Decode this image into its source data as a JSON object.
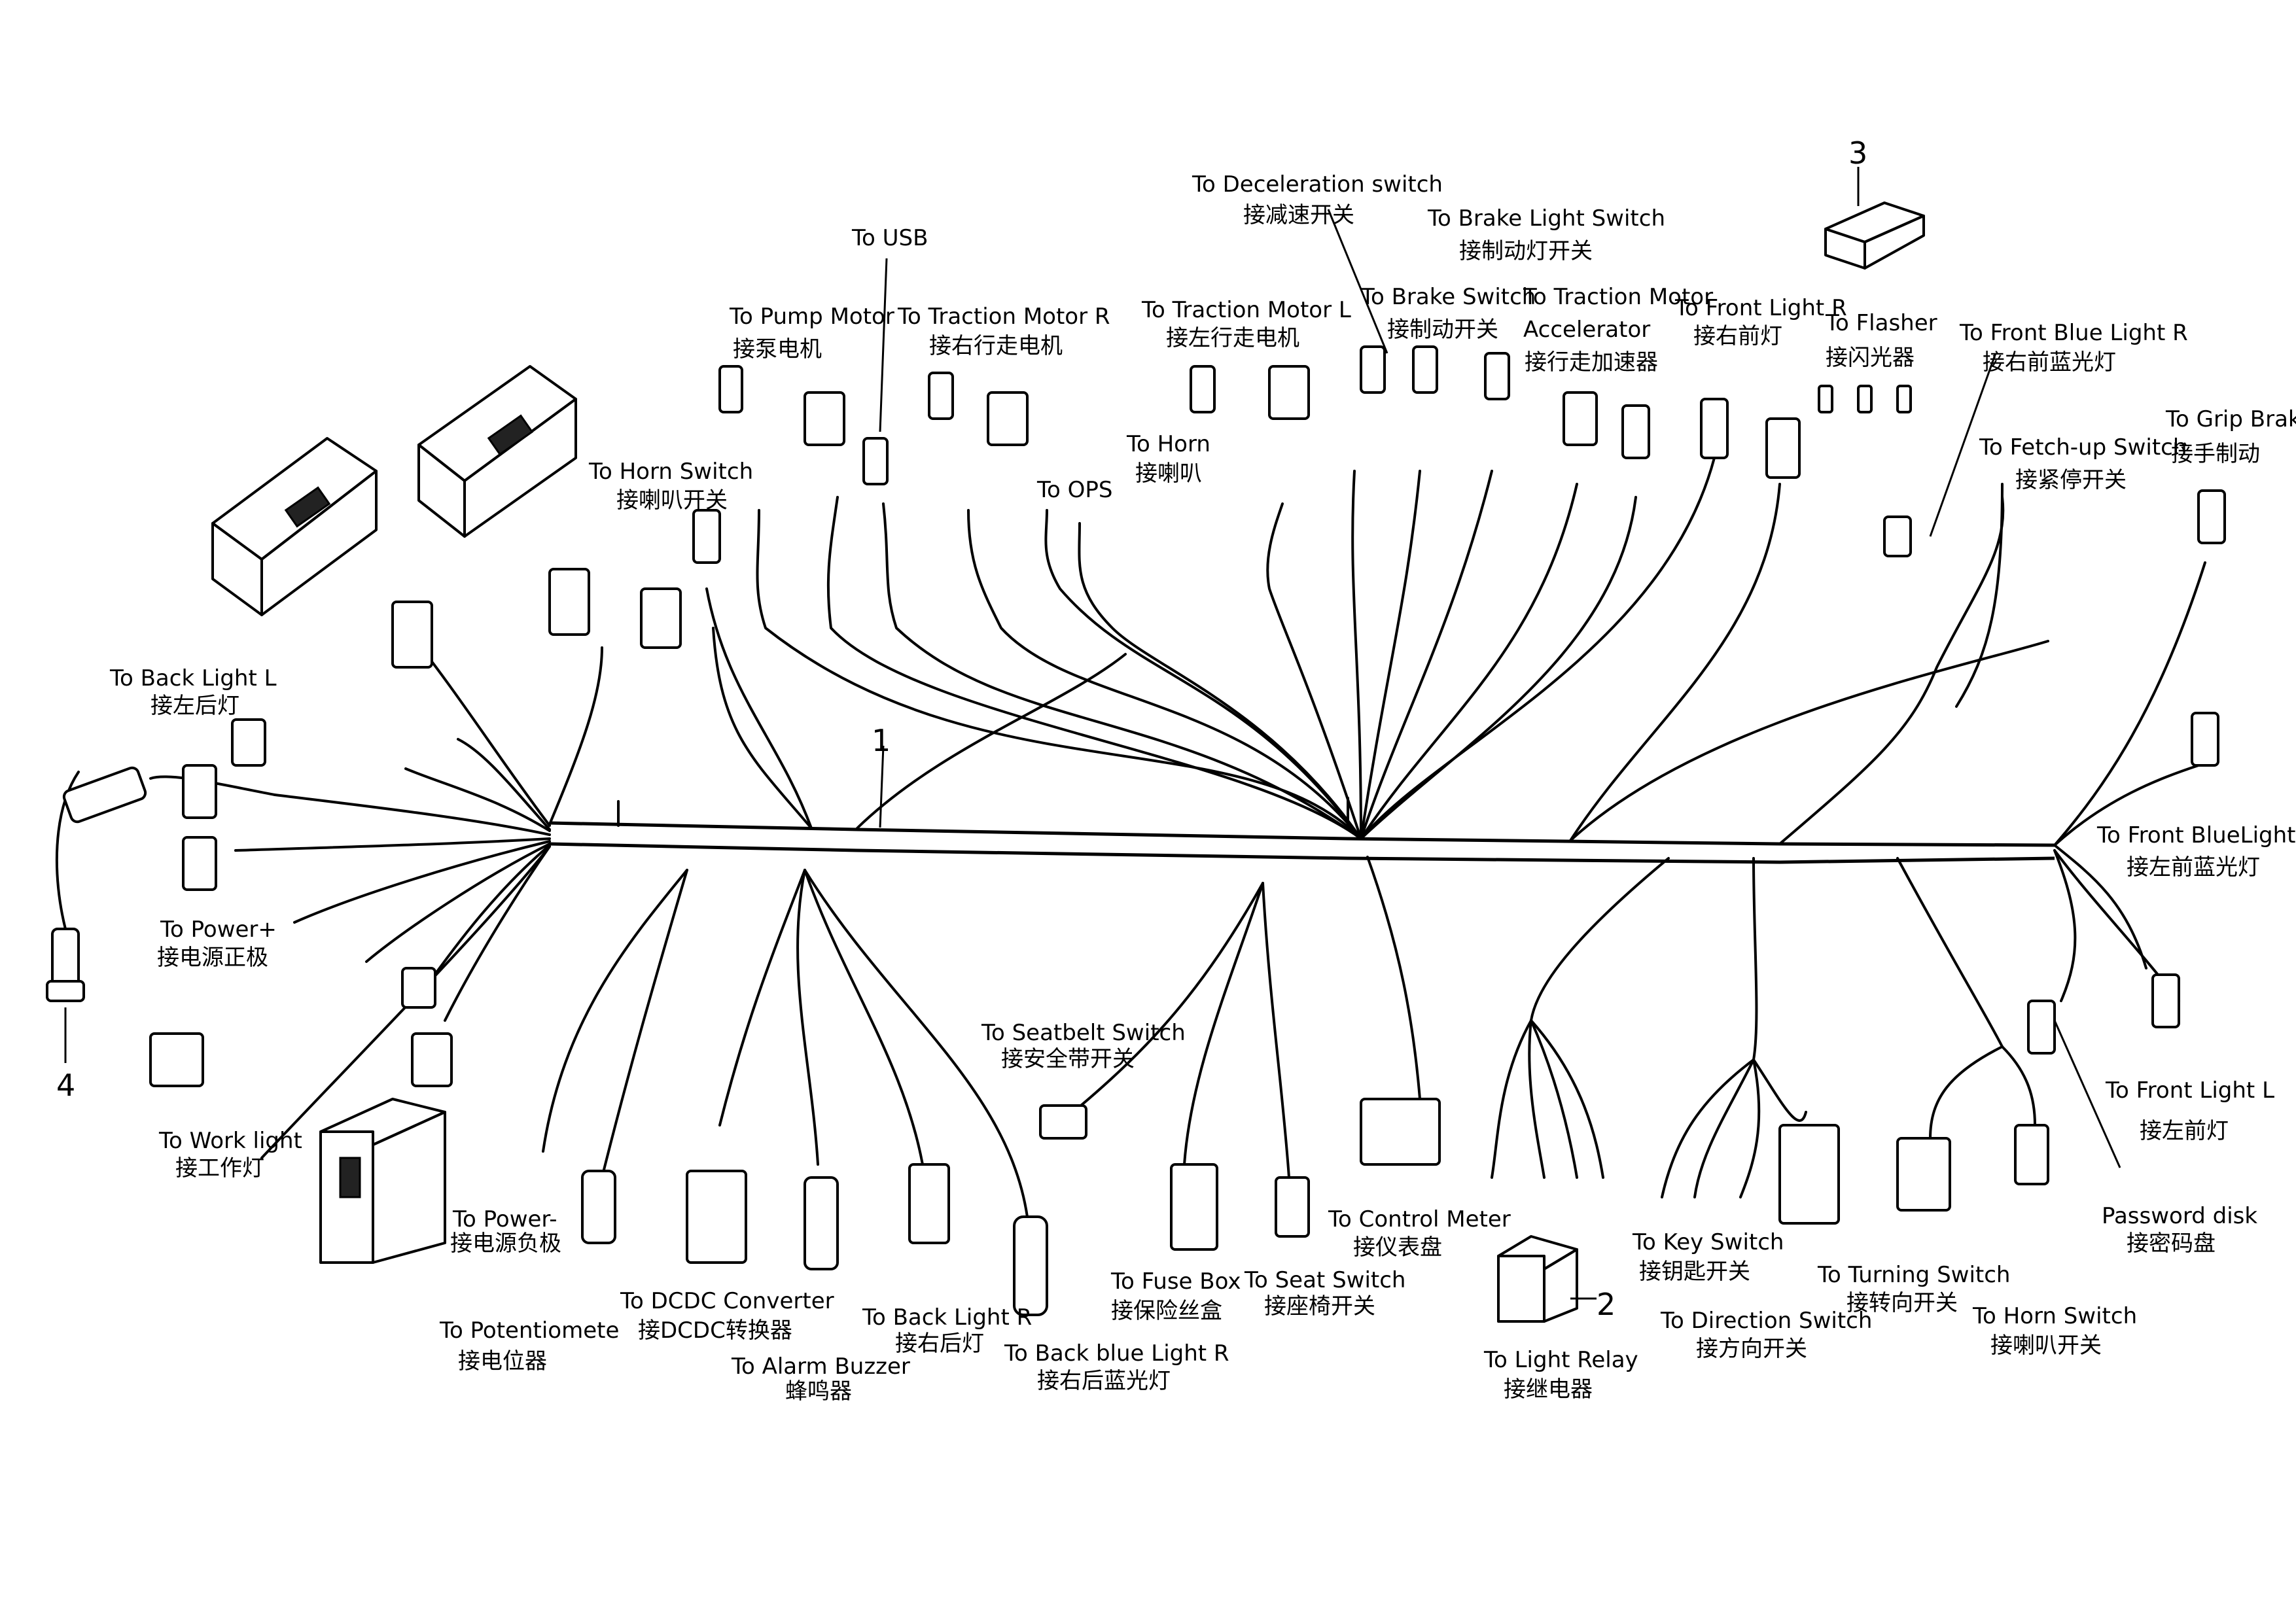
{
  "callouts": [
    "1",
    "2",
    "3",
    "4"
  ],
  "labels": [
    {
      "en": "To USB",
      "zh": ""
    },
    {
      "en": "To Pump Motor",
      "zh": "接泵电机"
    },
    {
      "en": "To Traction Motor R",
      "zh": "接右行走电机"
    },
    {
      "en": "To Horn Switch",
      "zh": "接喇叭开关"
    },
    {
      "en": "To OPS",
      "zh": ""
    },
    {
      "en": "To Traction Motor L",
      "zh": "接左行走电机"
    },
    {
      "en": "To Horn",
      "zh": "接喇叭"
    },
    {
      "en": "To Deceleration switch",
      "zh": "接减速开关"
    },
    {
      "en": "To Brake Light Switch",
      "zh": "接制动灯开关"
    },
    {
      "en": "To Brake Switch",
      "zh": "接制动开关"
    },
    {
      "en": "To Traction Motor Accelerator",
      "zh": "接行走加速器"
    },
    {
      "en": "To Front Light R",
      "zh": "接右前灯"
    },
    {
      "en": "To Flasher",
      "zh": "接闪光器"
    },
    {
      "en": "To Front Blue Light R",
      "zh": "接右前蓝光灯"
    },
    {
      "en": "To Fetch-up Switch",
      "zh": "接紧停开关"
    },
    {
      "en": "To Grip Brake",
      "zh": "接手制动"
    },
    {
      "en": "To Back Light L",
      "zh": "接左后灯"
    },
    {
      "en": "To Power+",
      "zh": "接电源正极"
    },
    {
      "en": "To Work light",
      "zh": "接工作灯"
    },
    {
      "en": "To Power-",
      "zh": "接电源负极"
    },
    {
      "en": "To Potentiomete",
      "zh": "接电位器"
    },
    {
      "en": "To DCDC Converter",
      "zh": "接DCDC转换器"
    },
    {
      "en": "To Alarm Buzzer",
      "zh": "蜂鸣器"
    },
    {
      "en": "To Back Light R",
      "zh": "接右后灯"
    },
    {
      "en": "To Back blue Light R",
      "zh": "接右后蓝光灯"
    },
    {
      "en": "To Seatbelt Switch",
      "zh": "接安全带开关"
    },
    {
      "en": "To  Fuse Box",
      "zh": "接保险丝盒"
    },
    {
      "en": "To Seat Switch",
      "zh": "接座椅开关"
    },
    {
      "en": "To Control Meter",
      "zh": "接仪表盘"
    },
    {
      "en": "To Light Relay",
      "zh": "接继电器"
    },
    {
      "en": "To Key Switch",
      "zh": "接钥匙开关"
    },
    {
      "en": "To Direction Switch",
      "zh": "接方向开关"
    },
    {
      "en": "To Turning Switch",
      "zh": "接转向开关"
    },
    {
      "en": "To Horn Switch",
      "zh": "接喇叭开关"
    },
    {
      "en": "Password disk",
      "zh": "接密码盘"
    },
    {
      "en": "To Front Light L",
      "zh": "接左前灯"
    },
    {
      "en": "To Front BlueLight L",
      "zh": "接左前蓝光灯"
    }
  ]
}
